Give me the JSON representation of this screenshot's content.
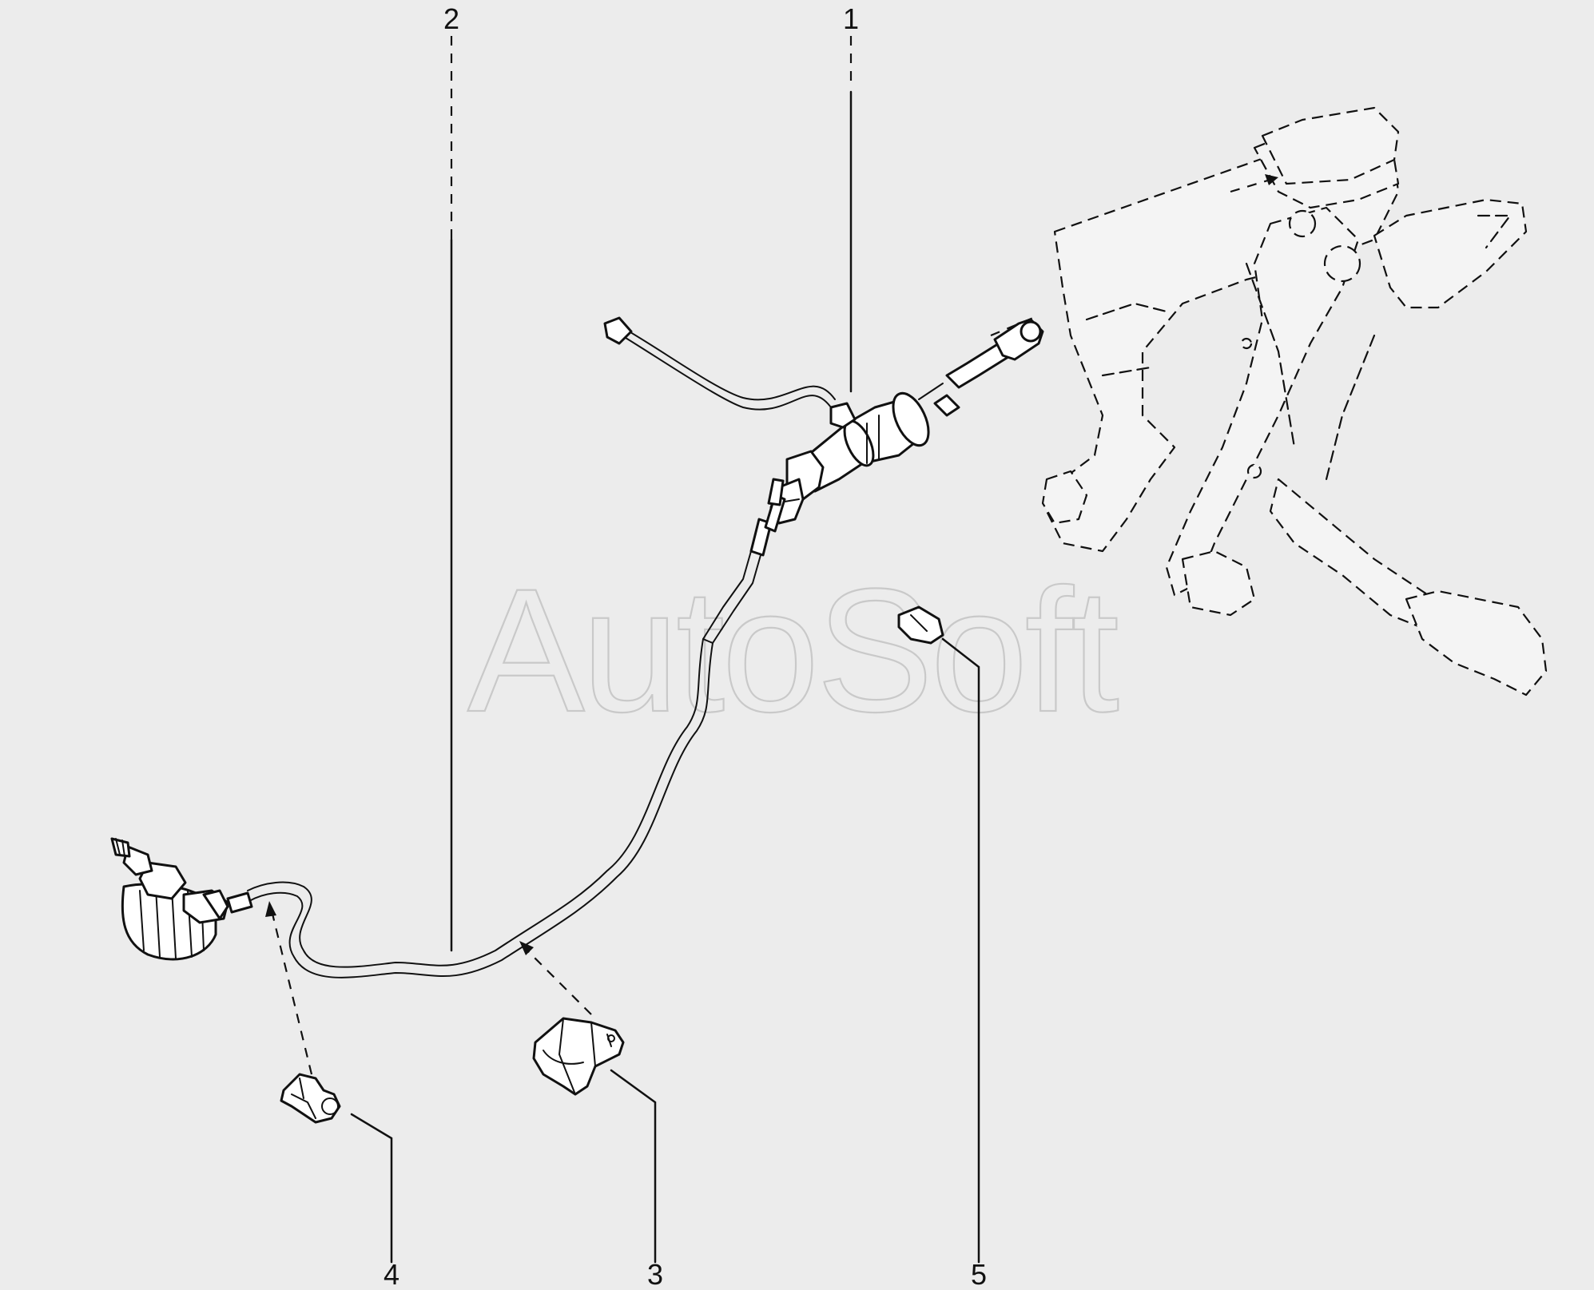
{
  "watermark": "AutoSoft",
  "callouts": [
    {
      "id": "1",
      "label": "1"
    },
    {
      "id": "2",
      "label": "2"
    },
    {
      "id": "3",
      "label": "3"
    },
    {
      "id": "4",
      "label": "4"
    },
    {
      "id": "5",
      "label": "5"
    }
  ],
  "colors": {
    "background": "#ececec",
    "line": "#111111",
    "watermark": "#c9c9c9"
  }
}
